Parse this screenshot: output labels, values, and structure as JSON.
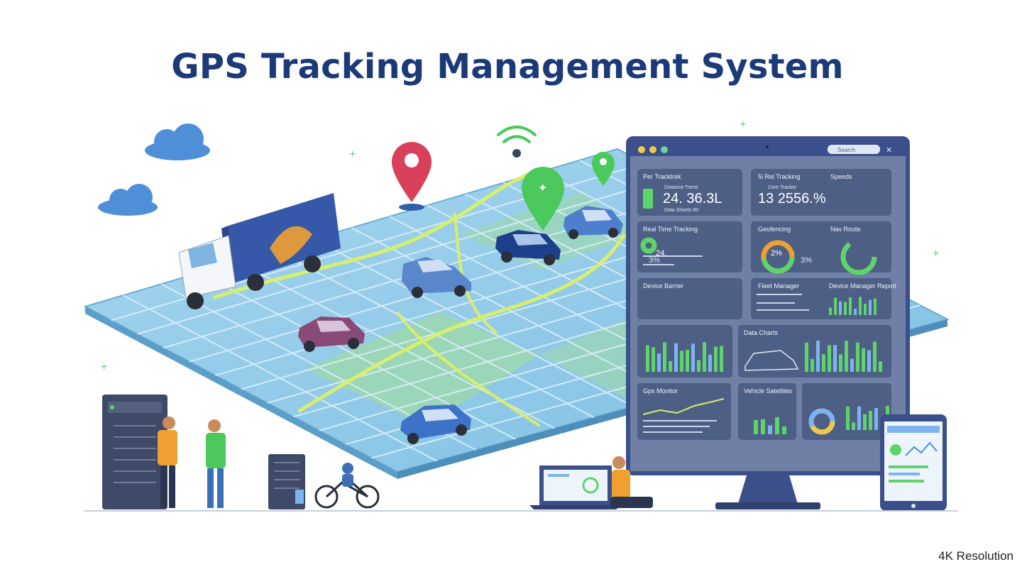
{
  "title": "GPS Tracking Management System",
  "resolution_label": "4K Resolution",
  "colors": {
    "title": "#1d3a78",
    "map_land": "#8fc6e6",
    "map_green": "#9fd9a8",
    "route": "#d8ef6a",
    "pin_red": "#d9415a",
    "pin_green": "#4cc95c",
    "monitor_frame": "#3b4f8a",
    "panel": "#4e5f86",
    "chart_green": "#5fd46a",
    "chart_blue": "#7db4f0",
    "cloud": "#4f8fd8"
  },
  "dashboard": {
    "search_label": "Search",
    "panels": [
      {
        "title": "Per Tracktrek",
        "value": "24. 36.3L",
        "sub1": "Distance Trend",
        "sub2": "Data Sheets 80"
      },
      {
        "title": "5i Rel Tracking",
        "value": "13 2556.%",
        "sub1": "Core Tracker",
        "sub2": ""
      },
      {
        "title": "Speeds",
        "value": "",
        "sub1": "",
        "sub2": ""
      },
      {
        "title": "Real Time Tracking",
        "value": "24.",
        "sub1": "",
        "sub2": "3%"
      },
      {
        "title": "Geofencing",
        "value": "2%",
        "sub1": "",
        "sub2": "3%"
      },
      {
        "title": "Nav Route",
        "value": "",
        "sub1": "",
        "sub2": ""
      },
      {
        "title": "Device Barrier",
        "value": "",
        "sub1": "",
        "sub2": ""
      },
      {
        "title": "Fleet Manager",
        "value": "",
        "sub1": "",
        "sub2": ""
      },
      {
        "title": "Device Manager Report",
        "value": "",
        "sub1": "",
        "sub2": ""
      },
      {
        "title": "",
        "value": "",
        "sub1": "",
        "sub2": ""
      },
      {
        "title": "Data Charts",
        "value": "",
        "sub1": "",
        "sub2": ""
      },
      {
        "title": "Gps Monitor",
        "value": "",
        "sub1": "",
        "sub2": ""
      },
      {
        "title": "Vehicle Satellites",
        "value": "",
        "sub1": "",
        "sub2": ""
      }
    ]
  }
}
